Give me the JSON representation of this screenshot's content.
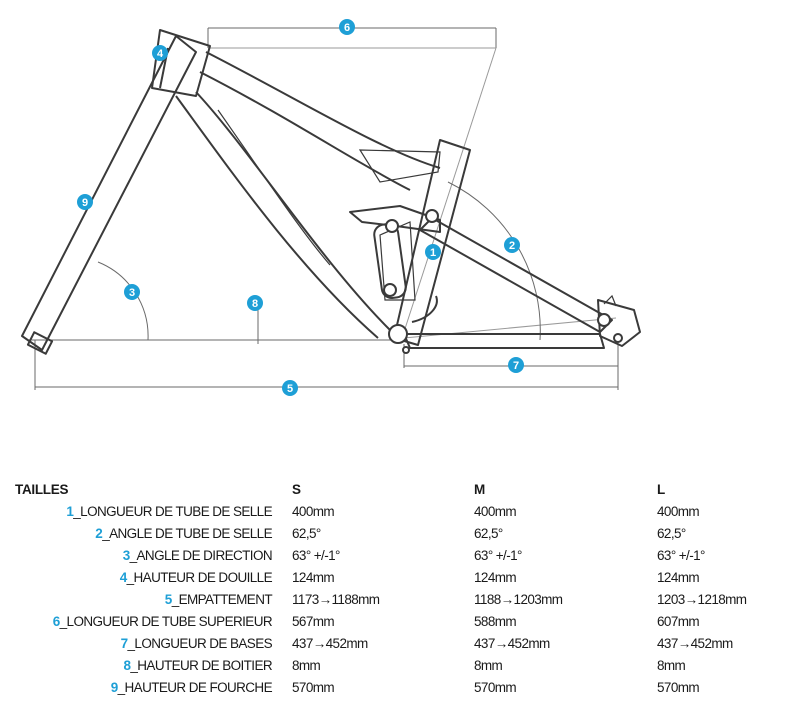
{
  "diagram": {
    "badges": [
      "1",
      "2",
      "3",
      "4",
      "5",
      "6",
      "7",
      "8",
      "9"
    ]
  },
  "table": {
    "header": {
      "label": "TAILLES",
      "sizes": [
        "S",
        "M",
        "L"
      ]
    },
    "rows": [
      {
        "num": "1",
        "label": "_LONGUEUR DE TUBE DE SELLE",
        "values": [
          "400mm",
          "400mm",
          "400mm"
        ]
      },
      {
        "num": "2",
        "label": "_ANGLE DE TUBE DE SELLE",
        "values": [
          "62,5°",
          "62,5°",
          "62,5°"
        ]
      },
      {
        "num": "3",
        "label": "_ANGLE DE DIRECTION",
        "values": [
          "63° +/-1°",
          "63° +/-1°",
          "63° +/-1°"
        ]
      },
      {
        "num": "4",
        "label": "_HAUTEUR DE DOUILLE",
        "values": [
          "124mm",
          "124mm",
          "124mm"
        ]
      },
      {
        "num": "5",
        "label": "_EMPATTEMENT",
        "values": [
          "1173→1188mm",
          "1188→1203mm",
          "1203→1218mm"
        ]
      },
      {
        "num": "6",
        "label": "_LONGUEUR DE TUBE SUPERIEUR",
        "values": [
          "567mm",
          "588mm",
          "607mm"
        ]
      },
      {
        "num": "7",
        "label": "_LONGUEUR DE BASES",
        "values": [
          "437→452mm",
          "437→452mm",
          "437→452mm"
        ]
      },
      {
        "num": "8",
        "label": "_HAUTEUR DE BOITIER",
        "values": [
          "8mm",
          "8mm",
          "8mm"
        ]
      },
      {
        "num": "9",
        "label": "_HAUTEUR DE FOURCHE",
        "values": [
          "570mm",
          "570mm",
          "570mm"
        ]
      }
    ]
  }
}
